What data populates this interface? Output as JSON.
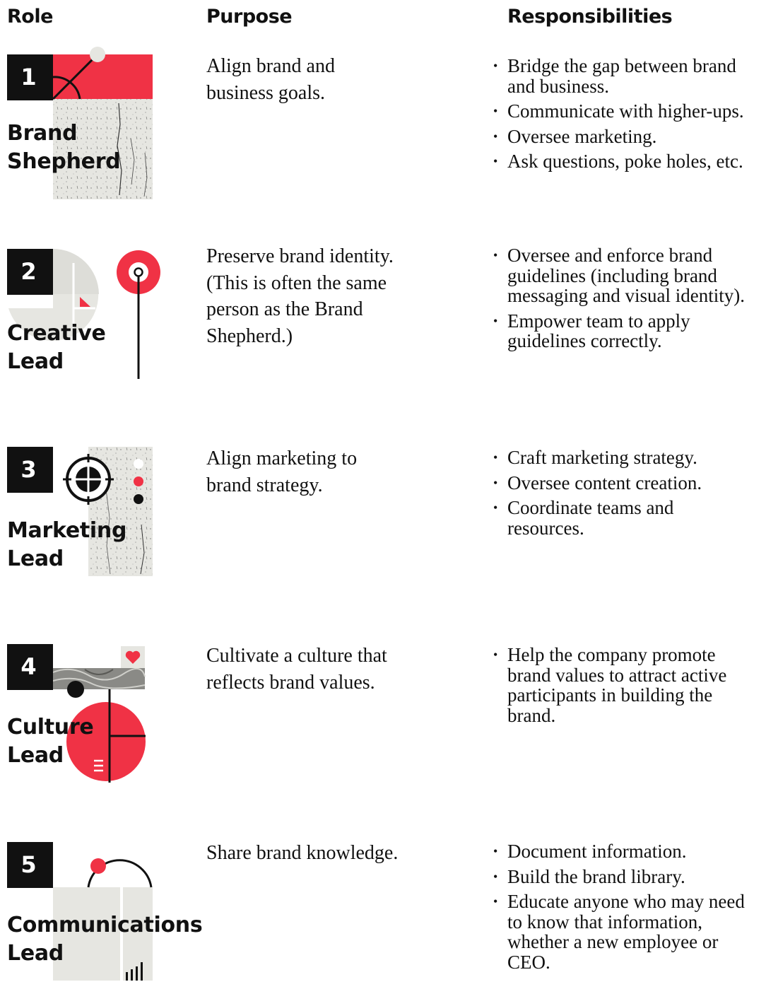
{
  "headers": {
    "role": "Role",
    "purpose": "Purpose",
    "responsibilities": "Responsibilities"
  },
  "colors": {
    "accent": "#f03245",
    "ink": "#111111",
    "paper": "#e6e6e1"
  },
  "roles": [
    {
      "number": "1",
      "name_lines": [
        "Brand",
        "Shepherd"
      ],
      "purpose": "Align brand and business goals.",
      "responsibilities": [
        "Bridge the gap between brand and business.",
        "Communicate with higher-ups.",
        "Oversee marketing.",
        "Ask questions, poke holes, etc."
      ],
      "icons": [
        "circle-arc-icon"
      ]
    },
    {
      "number": "2",
      "name_lines": [
        "Creative",
        "Lead"
      ],
      "purpose": "Preserve brand identity. (This is often the same person as the Brand Shepherd.)",
      "responsibilities": [
        "Oversee and enforce brand guidelines (including brand messaging and visual identity).",
        "Empower team to apply guidelines correctly."
      ],
      "icons": [
        "pie-chart-icon",
        "target-pin-icon"
      ]
    },
    {
      "number": "3",
      "name_lines": [
        "Marketing",
        "Lead"
      ],
      "purpose": "Align marketing to brand strategy.",
      "responsibilities": [
        "Craft marketing strategy.",
        "Oversee content creation.",
        "Coordinate teams and resources."
      ],
      "icons": [
        "crosshair-icon",
        "dots-icon"
      ]
    },
    {
      "number": "4",
      "name_lines": [
        "Culture",
        "Lead"
      ],
      "purpose": "Cultivate a culture that reflects brand values.",
      "responsibilities": [
        "Help the company promote brand values to attract active participants in building the brand."
      ],
      "icons": [
        "heart-icon",
        "circle-quadrant-icon"
      ]
    },
    {
      "number": "5",
      "name_lines": [
        "Communications",
        "Lead"
      ],
      "purpose": "Share brand knowledge.",
      "responsibilities": [
        "Document information.",
        "Build the brand library.",
        "Educate anyone who may need to know that information, whether a new employee or CEO."
      ],
      "icons": [
        "arch-icon",
        "signal-bars-icon"
      ]
    }
  ]
}
